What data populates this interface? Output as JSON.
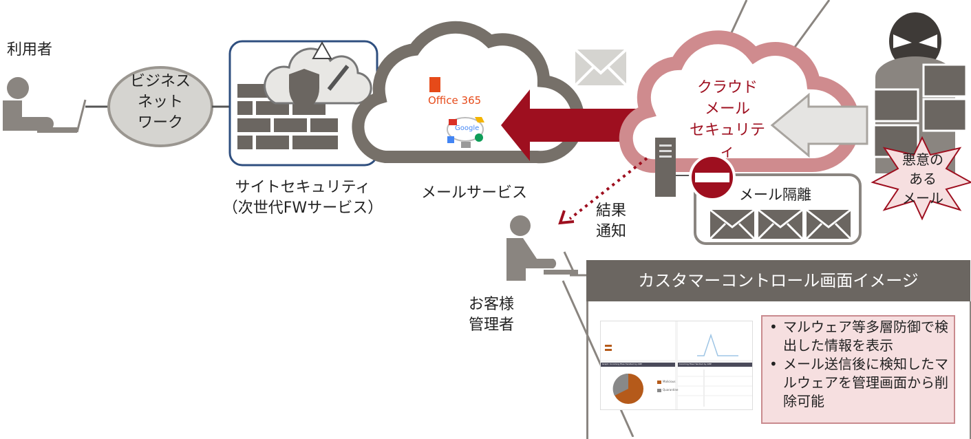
{
  "labels": {
    "user": "利用者",
    "business_network": [
      "ビジネス",
      "ネット",
      "ワーク"
    ],
    "site_security": [
      "サイトセキュリティ",
      "（次世代FWサービス）"
    ],
    "mail_service": "メールサービス",
    "office365": "Office 365",
    "google": "Google",
    "cloud_mail_security": [
      "クラウド",
      "メール",
      "セキュリティ"
    ],
    "mail_quarantine": "メール隔離",
    "malicious_mail": [
      "悪意の",
      "ある",
      "メール"
    ],
    "result_notice": [
      "結果",
      "通知"
    ],
    "customer_admin": [
      "お客様",
      "管理者"
    ]
  },
  "panel": {
    "title": "カスタマーコントロール画面イメージ",
    "bullets": [
      "マルウェア等多層防御で検出した情報を表示",
      "メール送信後に検知したマルウェアを管理画面から削除可能"
    ]
  },
  "thumbnail": {
    "pie_labels": [
      "Malicious",
      "Quarantine"
    ],
    "table_header": "Incoming Files Handled by AMP",
    "graph_header": "Graph: Incoming Files Handled by AMP"
  },
  "colors": {
    "dark_red": "#9e0f1f",
    "cloud_pink": "#cf8b8e",
    "gray": "#767069",
    "light_gray": "#d5d4d0",
    "site_frame": "#2f4f7f"
  }
}
